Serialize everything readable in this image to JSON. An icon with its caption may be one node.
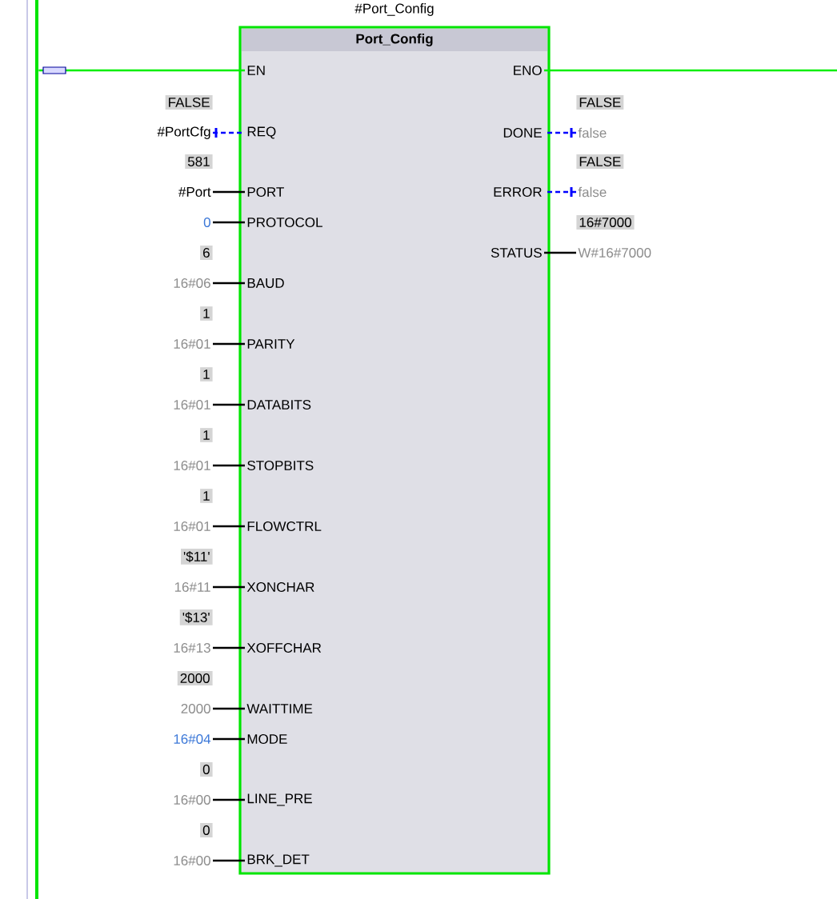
{
  "diagram": {
    "nodes": [
      {
        "text": [
          "#Port_Config",
          "Port_Config"
        ]
      },
      {
        "text": [
          "EN"
        ],
        "in": 0
      },
      {
        "text": [
          "REQ"
        ],
        "in": 0
      },
      {
        "text": [
          "PORT"
        ],
        "in": 0
      },
      {
        "text": [
          "PROTOCOL"
        ],
        "in": 0
      },
      {
        "text": [
          "BAUD"
        ],
        "in": 0
      },
      {
        "text": [
          "PARITY"
        ],
        "in": 0
      },
      {
        "text": [
          "DATABITS"
        ],
        "in": 0
      },
      {
        "text": [
          "STOPBITS"
        ],
        "in": 0
      },
      {
        "text": [
          "FLOWCTRL"
        ],
        "in": 0
      },
      {
        "text": [
          "XONCHAR"
        ],
        "in": 0
      },
      {
        "text": [
          "XOFFCHAR"
        ],
        "in": 0
      },
      {
        "text": [
          "WAITTIME"
        ],
        "in": 0
      },
      {
        "text": [
          "MODE"
        ],
        "in": 0
      },
      {
        "text": [
          "LINE_PRE"
        ],
        "in": 0
      },
      {
        "text": [
          "BRK_DET"
        ],
        "in": 0
      },
      {
        "text": [
          "ENO"
        ],
        "in": 0
      },
      {
        "text": [
          "DONE"
        ],
        "in": 0
      },
      {
        "text": [
          "ERROR"
        ],
        "in": 0
      },
      {
        "text": [
          "STATUS"
        ],
        "in": 0
      },
      {
        "text": [],
        "shape": "bar"
      },
      {
        "text": [
          "#PortCfg"
        ],
        "beside": [
          "FALSE"
        ]
      },
      {
        "text": [
          "#Port"
        ],
        "beside": [
          "581"
        ]
      },
      {
        "text": [
          "0"
        ]
      },
      {
        "text": [
          "16#06"
        ],
        "beside": [
          "6"
        ]
      },
      {
        "text": [
          "16#01"
        ],
        "beside": [
          "1"
        ]
      },
      {
        "text": [
          "16#01"
        ],
        "beside": [
          "1"
        ]
      },
      {
        "text": [
          "16#01"
        ],
        "beside": [
          "1"
        ]
      },
      {
        "text": [
          "16#01"
        ],
        "beside": [
          "1"
        ]
      },
      {
        "text": [
          "16#11"
        ],
        "beside": [
          "'$11'"
        ]
      },
      {
        "text": [
          "16#13"
        ],
        "beside": [
          "'$13'"
        ]
      },
      {
        "text": [
          "2000"
        ],
        "beside": [
          "2000"
        ]
      },
      {
        "text": [
          "16#04"
        ]
      },
      {
        "text": [
          "16#00"
        ],
        "beside": [
          "0"
        ]
      },
      {
        "text": [
          "16#00"
        ],
        "beside": [
          "0"
        ]
      },
      {
        "text": [
          "false"
        ],
        "beside": [
          "FALSE"
        ]
      },
      {
        "text": [
          "false"
        ],
        "beside": [
          "FALSE"
        ]
      },
      {
        "text": [
          "W#16#7000"
        ],
        "beside": [
          "16#7000"
        ]
      }
    ],
    "edges": [
      {
        "from": 20,
        "to": 1,
        "arrow": "none",
        "color": "#00ee00"
      },
      {
        "from": 16,
        "to": null,
        "arrow": "none",
        "color": "#00ee00"
      },
      {
        "from": 21,
        "to": 2,
        "arrow": "none",
        "style": "dashed",
        "color": "#0000ff"
      },
      {
        "from": 22,
        "to": 3,
        "arrow": "none"
      },
      {
        "from": 23,
        "to": 4,
        "arrow": "none"
      },
      {
        "from": 24,
        "to": 5,
        "arrow": "none"
      },
      {
        "from": 25,
        "to": 6,
        "arrow": "none"
      },
      {
        "from": 26,
        "to": 7,
        "arrow": "none"
      },
      {
        "from": 27,
        "to": 8,
        "arrow": "none"
      },
      {
        "from": 28,
        "to": 9,
        "arrow": "none"
      },
      {
        "from": 29,
        "to": 10,
        "arrow": "none"
      },
      {
        "from": 30,
        "to": 11,
        "arrow": "none"
      },
      {
        "from": 31,
        "to": 12,
        "arrow": "none"
      },
      {
        "from": 32,
        "to": 13,
        "arrow": "none"
      },
      {
        "from": 33,
        "to": 14,
        "arrow": "none"
      },
      {
        "from": 34,
        "to": 15,
        "arrow": "none"
      },
      {
        "from": 35,
        "to": 17,
        "arrow": "none",
        "style": "dashed",
        "color": "#0000ff"
      },
      {
        "from": 36,
        "to": 18,
        "arrow": "none",
        "style": "dashed",
        "color": "#0000ff"
      },
      {
        "from": 37,
        "to": 19,
        "arrow": "none"
      }
    ]
  }
}
